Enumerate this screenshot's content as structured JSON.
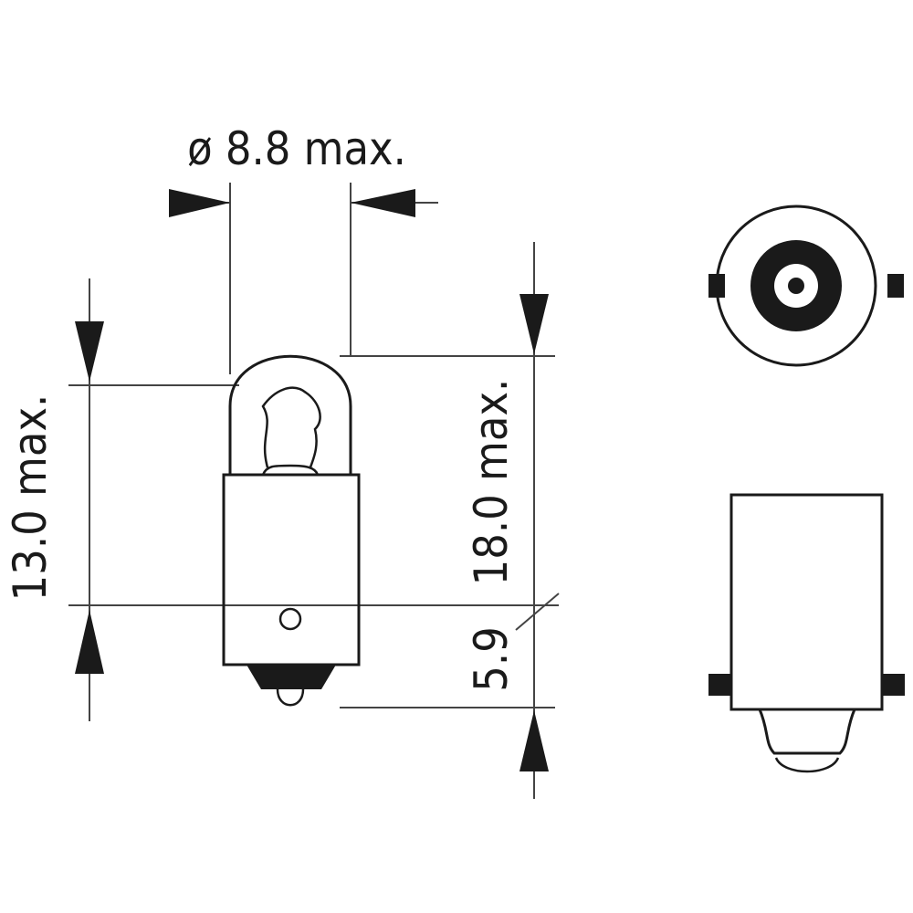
{
  "dimensions": {
    "diameter_label": "ø 8.8 max.",
    "overall_height_label": "13.0 max.",
    "total_length_label": "18.0 max.",
    "base_height_label": "5.9"
  },
  "colors": {
    "line": "#1a1a1a",
    "background": "#ffffff"
  }
}
